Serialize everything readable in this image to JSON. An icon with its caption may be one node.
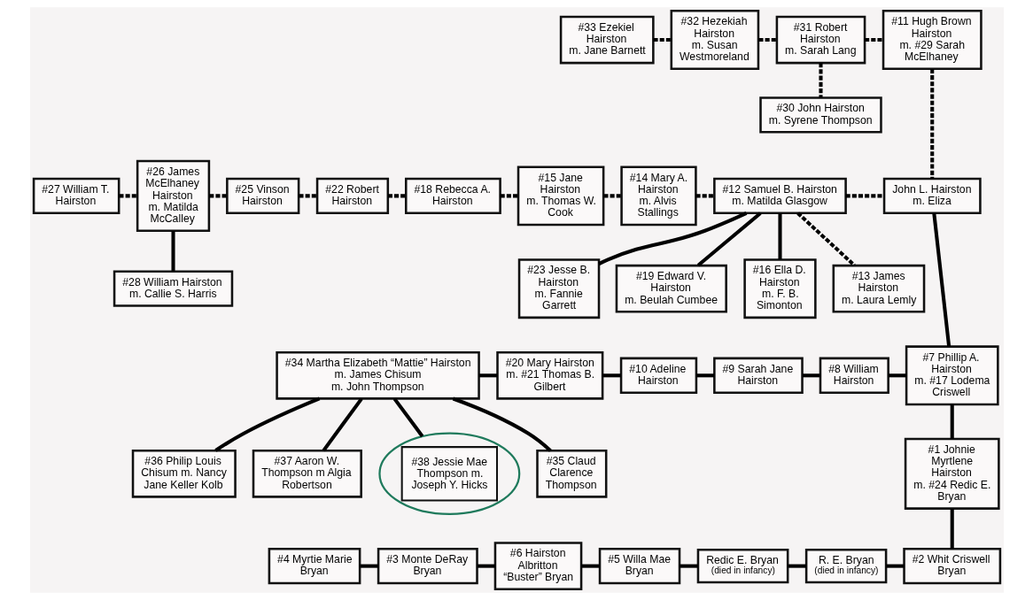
{
  "diagram": {
    "nodes": [
      {
        "text": [
          "#33 Ezekiel Hairston",
          "m. Jane Barnett"
        ]
      },
      {
        "text": [
          "#32 Hezekiah Hairston",
          "m. Susan Westmoreland"
        ]
      },
      {
        "text": [
          "#31 Robert Hairston",
          "m. Sarah Lang"
        ]
      },
      {
        "text": [
          "#11 Hugh Brown Hairston",
          "m. #29 Sarah McElhaney"
        ]
      },
      {
        "text": [
          "#30 John Hairston",
          "m. Syrene Thompson"
        ]
      },
      {
        "text": [
          "#27 William T. Hairston"
        ]
      },
      {
        "text": [
          "#26 James McElhaney Hairston",
          "m. Matilda McCalley"
        ]
      },
      {
        "text": [
          "#25 Vinson Hairston"
        ]
      },
      {
        "text": [
          "#22 Robert Hairston"
        ]
      },
      {
        "text": [
          "#18 Rebecca A. Hairston"
        ]
      },
      {
        "text": [
          "#15 Jane Hairston",
          "m. Thomas W. Cook"
        ]
      },
      {
        "text": [
          "#14 Mary A. Hairston",
          "m. Alvis Stallings"
        ]
      },
      {
        "text": [
          "#12 Samuel B. Hairston",
          "m. Matilda Glasgow"
        ]
      },
      {
        "text": [
          "John L. Hairston",
          "m. Eliza"
        ]
      },
      {
        "text": [
          "#28 William Hairston",
          "m. Callie S. Harris"
        ]
      },
      {
        "text": [
          "#23 Jesse B. Hairston",
          "m. Fannie Garrett"
        ]
      },
      {
        "text": [
          "#19 Edward V. Hairston",
          "m. Beulah Cumbee"
        ]
      },
      {
        "text": [
          "#16 Ella D. Hairston",
          "m. F. B. Simonton"
        ]
      },
      {
        "text": [
          "#13 James Hairston",
          "m. Laura Lemly"
        ]
      },
      {
        "text": [
          "#34 Martha Elizabeth “Mattie” Hairston",
          "m. James Chisum",
          "m. John Thompson"
        ]
      },
      {
        "text": [
          "#20 Mary Hairston",
          "m. #21 Thomas B. Gilbert"
        ]
      },
      {
        "text": [
          "#10 Adeline Hairston"
        ]
      },
      {
        "text": [
          "#9 Sarah Jane Hairston"
        ]
      },
      {
        "text": [
          "#8 William Hairston"
        ]
      },
      {
        "text": [
          "#7 Phillip A. Hairston",
          "m. #17 Lodema Criswell"
        ]
      },
      {
        "text": [
          "#36 Philip Louis Chisum m. Nancy Jane Keller Kolb"
        ]
      },
      {
        "text": [
          "#37 Aaron W. Thompson m Algia Robertson"
        ]
      },
      {
        "text": [
          "#38 Jessie Mae Thompson m. Joseph Y. Hicks"
        ]
      },
      {
        "text": [
          "#35 Claud Clarence Thompson"
        ]
      },
      {
        "text": [
          "#1 Johnie Myrtlene Hairston",
          "m. #24 Redic E. Bryan"
        ]
      },
      {
        "text": [
          "#4 Myrtie Marie Bryan"
        ]
      },
      {
        "text": [
          "#3 Monte DeRay Bryan"
        ]
      },
      {
        "text": [
          "#6 Hairston Albritton “Buster” Bryan"
        ]
      },
      {
        "text": [
          "#5 Willa Mae Bryan"
        ]
      },
      {
        "text": [
          "Redic E. Bryan",
          "(died in infancy)"
        ]
      },
      {
        "text": [
          "R. E. Bryan",
          "(died in infancy)"
        ]
      },
      {
        "text": [
          "#2 Whit Criswell Bryan"
        ]
      }
    ],
    "edges": [
      {
        "from": 0,
        "to": 1,
        "arrow": "none",
        "style": "dashed"
      },
      {
        "from": 1,
        "to": 2,
        "arrow": "none",
        "style": "dashed"
      },
      {
        "from": 2,
        "to": 3,
        "arrow": "none",
        "style": "dashed"
      },
      {
        "from": 2,
        "to": 4,
        "arrow": "none",
        "style": "dashed"
      },
      {
        "from": 3,
        "to": 13,
        "arrow": "none",
        "style": "dashed"
      },
      {
        "from": 5,
        "to": 6,
        "arrow": "none",
        "style": "dashed"
      },
      {
        "from": 6,
        "to": 7,
        "arrow": "none",
        "style": "dashed"
      },
      {
        "from": 7,
        "to": 8,
        "arrow": "none",
        "style": "dashed"
      },
      {
        "from": 8,
        "to": 9,
        "arrow": "none",
        "style": "dashed"
      },
      {
        "from": 9,
        "to": 10,
        "arrow": "none",
        "style": "dashed"
      },
      {
        "from": 10,
        "to": 11,
        "arrow": "none",
        "style": "dashed"
      },
      {
        "from": 11,
        "to": 12,
        "arrow": "none",
        "style": "dashed"
      },
      {
        "from": 12,
        "to": 13,
        "arrow": "none",
        "style": "dashed"
      },
      {
        "from": 6,
        "to": 14,
        "arrow": "none"
      },
      {
        "from": 12,
        "to": 15,
        "arrow": "none"
      },
      {
        "from": 12,
        "to": 16,
        "arrow": "none"
      },
      {
        "from": 12,
        "to": 17,
        "arrow": "none"
      },
      {
        "from": 12,
        "to": 18,
        "arrow": "none",
        "style": "dashed"
      },
      {
        "from": 13,
        "to": 24,
        "arrow": "none"
      },
      {
        "from": 19,
        "to": 20,
        "arrow": "none"
      },
      {
        "from": 20,
        "to": 21,
        "arrow": "none"
      },
      {
        "from": 21,
        "to": 22,
        "arrow": "none"
      },
      {
        "from": 22,
        "to": 23,
        "arrow": "none"
      },
      {
        "from": 23,
        "to": 24,
        "arrow": "none"
      },
      {
        "from": 19,
        "to": 25,
        "arrow": "none"
      },
      {
        "from": 19,
        "to": 26,
        "arrow": "none"
      },
      {
        "from": 19,
        "to": 27,
        "arrow": "none"
      },
      {
        "from": 19,
        "to": 28,
        "arrow": "none"
      },
      {
        "from": 24,
        "to": 29,
        "arrow": "none"
      },
      {
        "from": 29,
        "to": 36,
        "arrow": "none"
      },
      {
        "from": 30,
        "to": 31,
        "arrow": "none"
      },
      {
        "from": 31,
        "to": 32,
        "arrow": "none"
      },
      {
        "from": 32,
        "to": 33,
        "arrow": "none"
      },
      {
        "from": 33,
        "to": 34,
        "arrow": "none"
      },
      {
        "from": 34,
        "to": 35,
        "arrow": "none"
      },
      {
        "from": 35,
        "to": 36,
        "arrow": "none"
      }
    ]
  }
}
